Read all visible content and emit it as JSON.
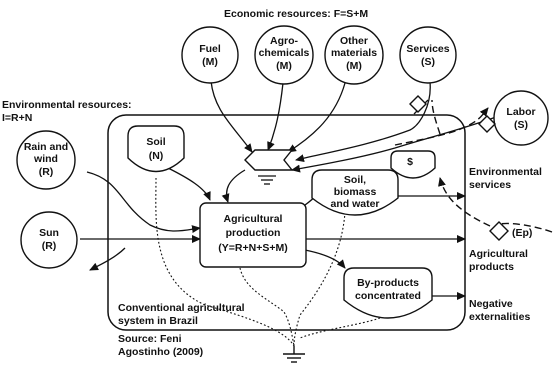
{
  "economic_resources": "Economic resources: F=S+M",
  "environmental_resources": {
    "line1": "Environmental resources:",
    "line2": "I=R+N"
  },
  "sources": {
    "fuel": {
      "line1": "Fuel",
      "line2": "(M)"
    },
    "agrochemicals": {
      "line1": "Agro-",
      "line2": "chemicals",
      "line3": "(M)"
    },
    "other_materials": {
      "line1": "Other",
      "line2": "materials",
      "line3": "(M)"
    },
    "services": {
      "line1": "Services",
      "line2": "(S)"
    },
    "labor": {
      "line1": "Labor",
      "line2": "(S)"
    },
    "rain_wind": {
      "line1": "Rain and",
      "line2": "wind",
      "line3": "(R)"
    },
    "sun": {
      "line1": "Sun",
      "line2": "(R)"
    }
  },
  "storages": {
    "soil": {
      "line1": "Soil",
      "line2": "(N)"
    },
    "soil_biomass_water": {
      "line1": "Soil,",
      "line2": "biomass",
      "line3": "and water"
    },
    "byproducts": {
      "line1": "By-products",
      "line2": "concentrated"
    },
    "money": "$"
  },
  "process": {
    "line1": "Agricultural",
    "line2": "production",
    "line3": "(Y=R+N+S+M)"
  },
  "outputs": {
    "env_services": {
      "line1": "Environmental",
      "line2": "services"
    },
    "ep": "(Ep)",
    "agri_products": {
      "line1": "Agricultural",
      "line2": "products"
    },
    "negative_ext": {
      "line1": "Negative",
      "line2": "externalities"
    }
  },
  "system_label": {
    "line1": "Conventional agricultural",
    "line2": "system in Brazil"
  },
  "source_note": {
    "line1": "Source: Feni",
    "line2": "Agostinho (2009)"
  }
}
